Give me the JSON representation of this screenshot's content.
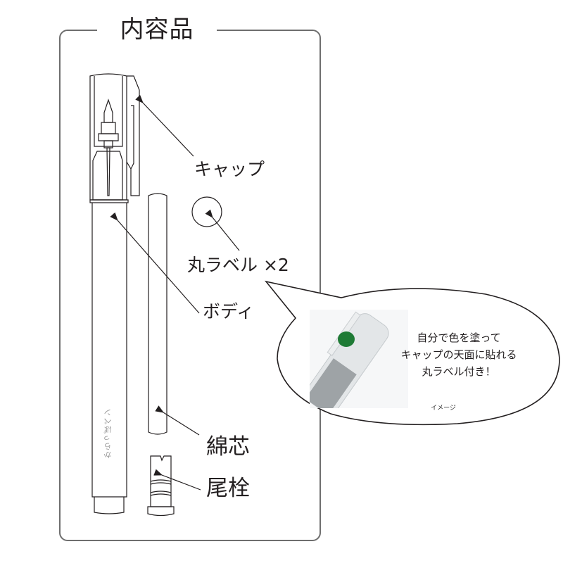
{
  "title": "内容品",
  "parts": {
    "cap": "キャップ",
    "round_label": "丸ラベル ×2",
    "body": "ボディ",
    "cotton_core": "綿芯",
    "tail_plug": "尾栓"
  },
  "pen_body_print": "からっぽペン",
  "bubble": {
    "lines": [
      "自分で色を塗って",
      "キャップの天面に貼れる",
      "丸ラベル付き！"
    ],
    "note": "イメージ"
  },
  "colors": {
    "frame": "#6e6e6e",
    "line": "#231f20",
    "label_green": "#1e7a35"
  }
}
